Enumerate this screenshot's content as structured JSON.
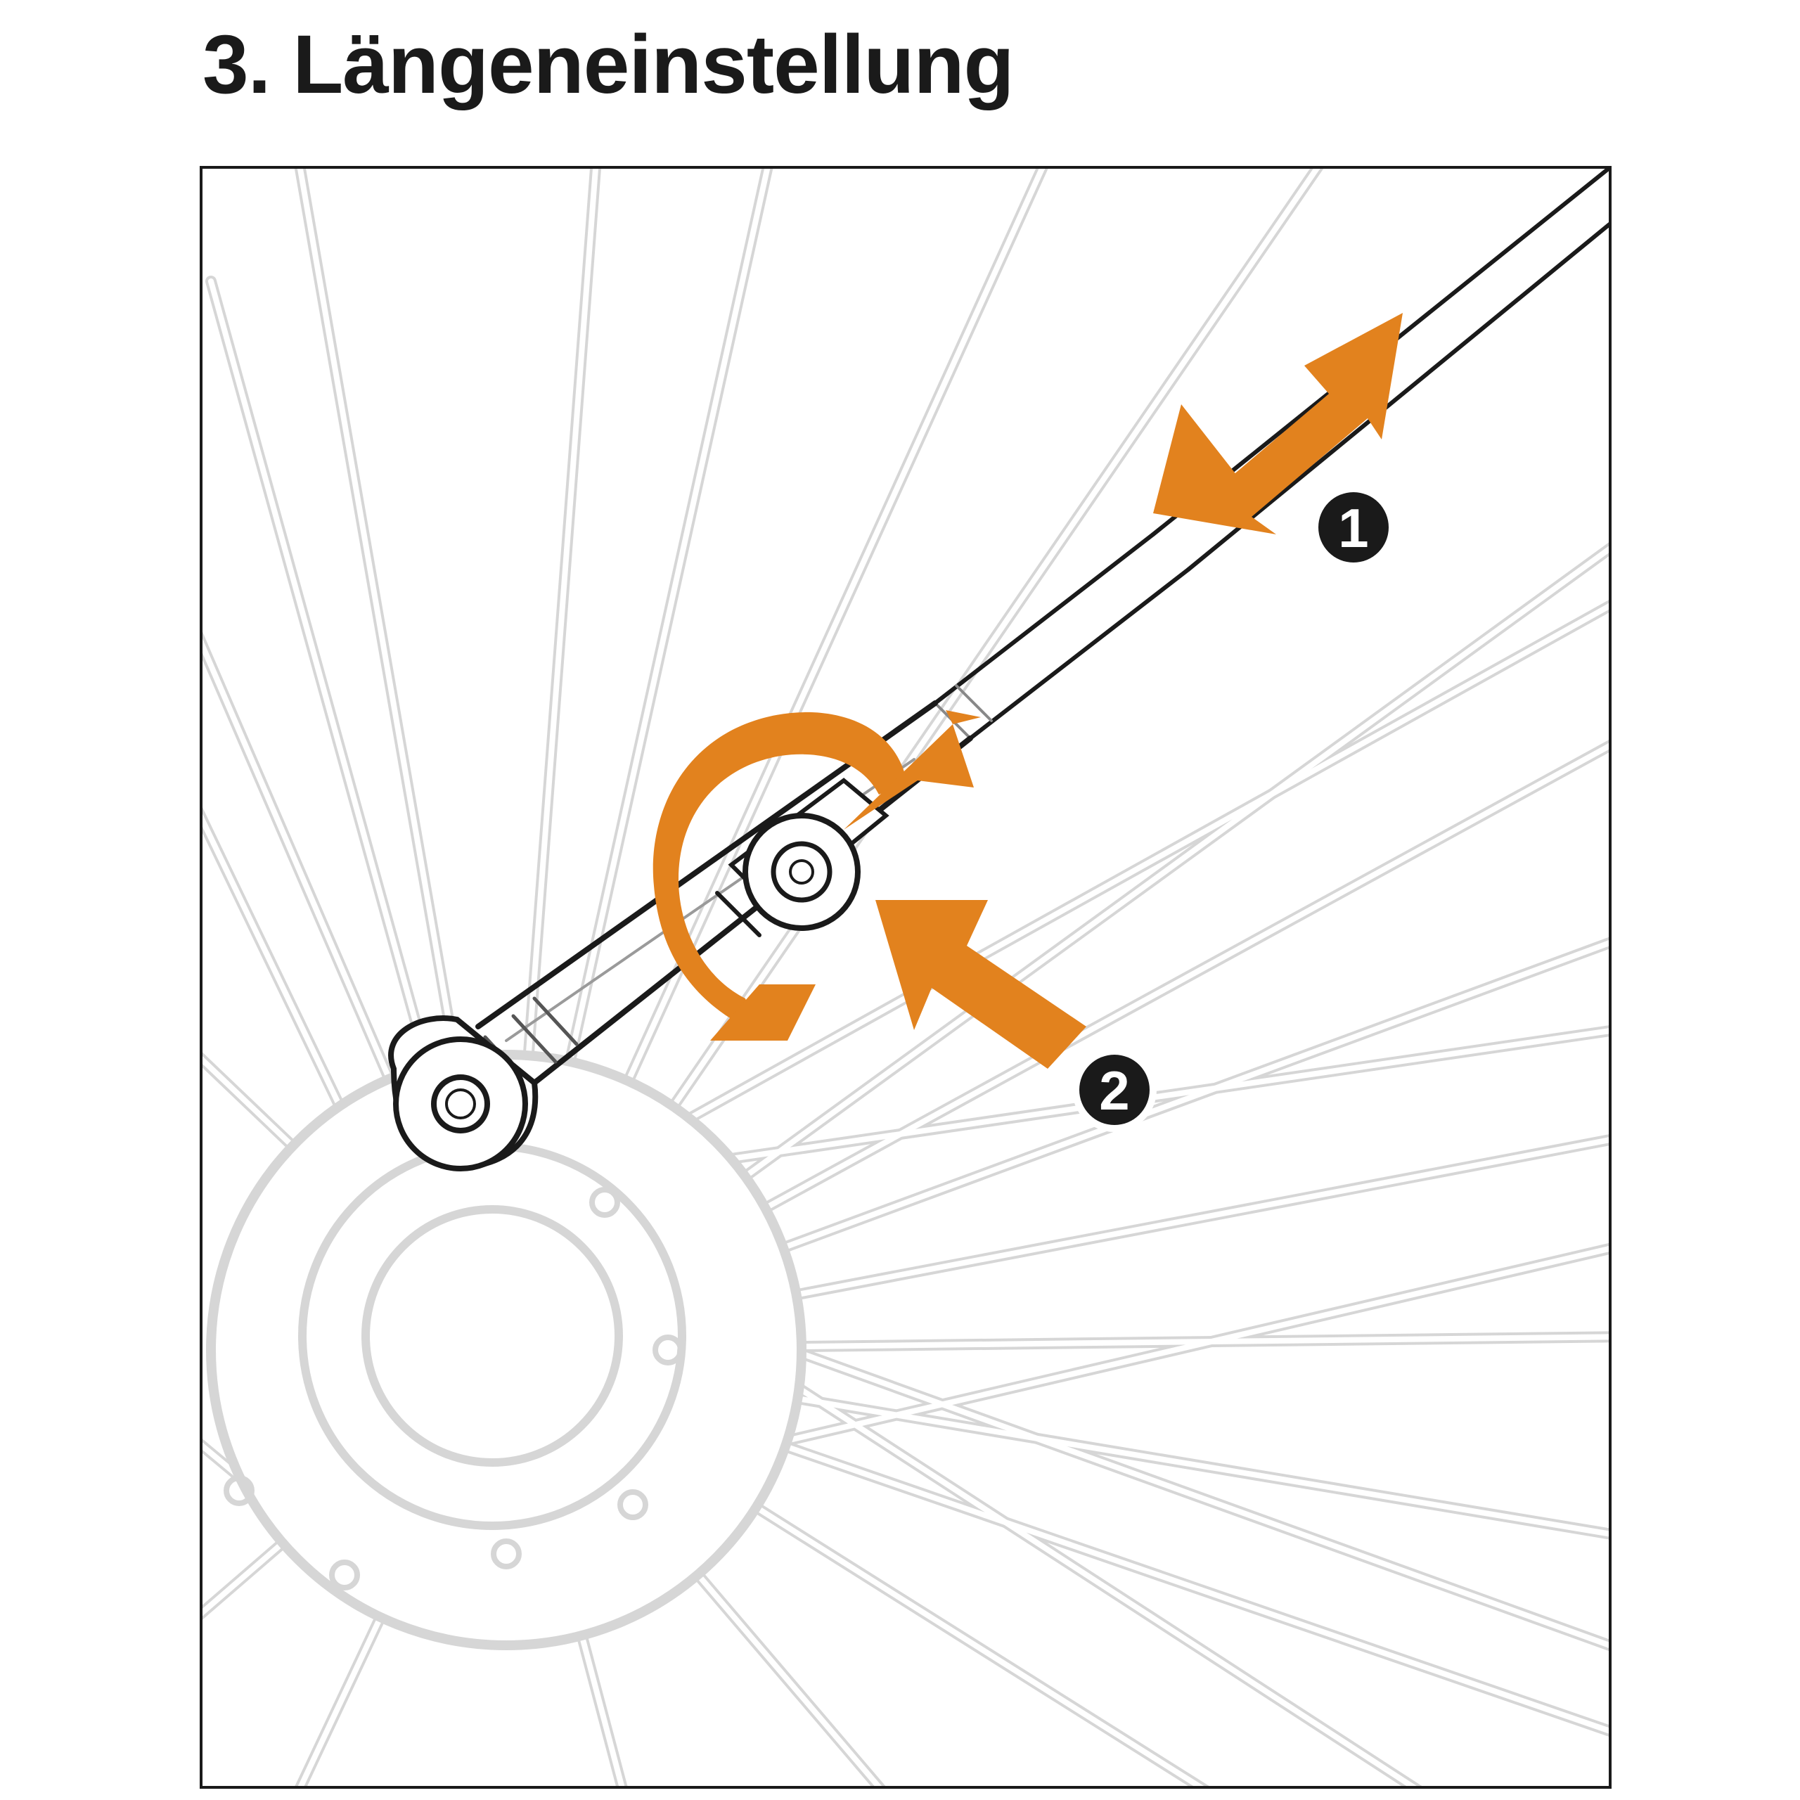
{
  "title": "3. Längeneinstellung",
  "colors": {
    "accent": "#E2821E",
    "outline": "#1a1a1a",
    "background_drawing": "#d6d6d6"
  },
  "steps": [
    {
      "label": "1",
      "meaning": "slide-adjust"
    },
    {
      "label": "2",
      "meaning": "rotate-screw"
    }
  ],
  "icons": [
    "double-arrow-icon",
    "rotate-arrow-icon",
    "push-arrow-icon"
  ]
}
